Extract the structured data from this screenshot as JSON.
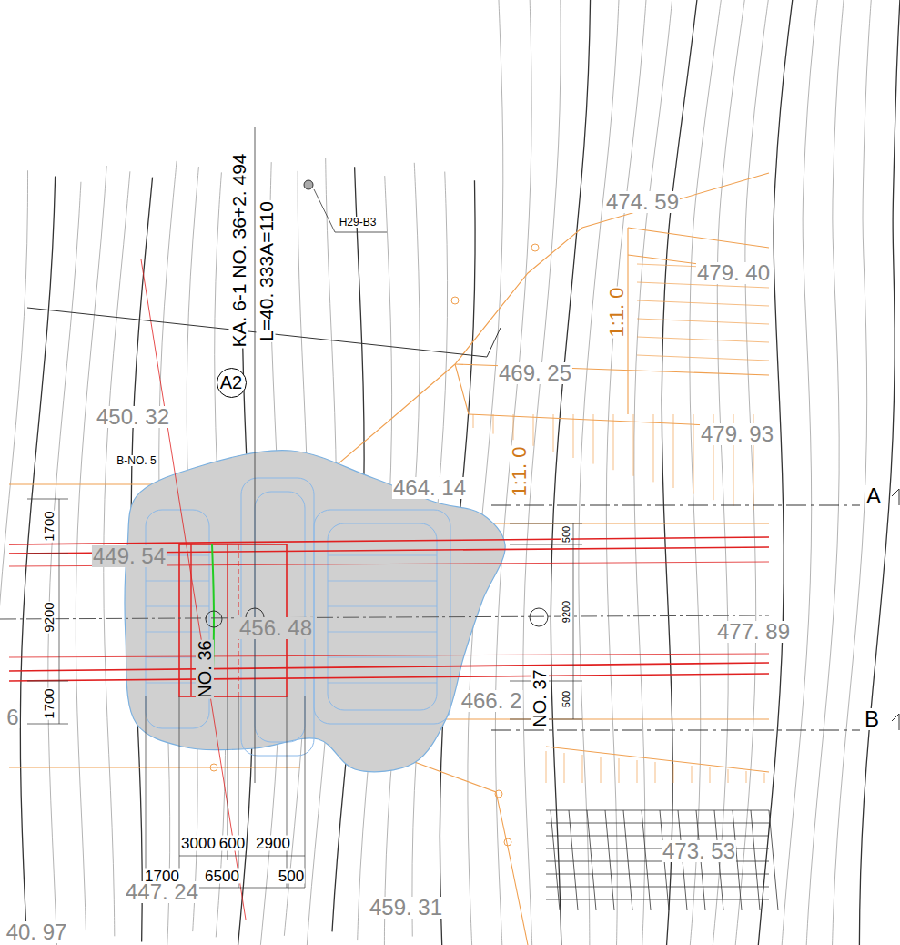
{
  "diagram": {
    "nodes": [
      {
        "text": [
          "A2"
        ]
      }
    ],
    "labels": [
      "KA. 6-1 NO. 36+2. 494",
      "L=40. 333A=110",
      "H29-B3",
      "474. 59",
      "479. 40",
      "1:1. 0",
      "469. 25",
      "450. 32",
      "479. 93",
      "1:1. 0",
      "B-NO. 5",
      "464. 14",
      "A",
      "1700",
      "449. 54",
      "500",
      "9200",
      "456. 48",
      "NO. 36",
      "9200",
      "477. 89",
      "NO. 37",
      "466. 2",
      "500",
      "1700",
      "B",
      "6",
      "473. 53",
      "3000",
      "600",
      "2900",
      "1700",
      "6500",
      "500",
      "447. 24",
      "459. 31",
      "40. 97"
    ]
  }
}
